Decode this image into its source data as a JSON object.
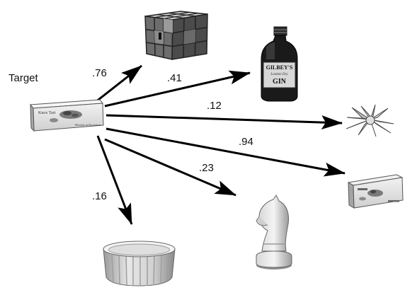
{
  "target": {
    "label": "Target",
    "box_text": [
      "Knox Tart",
      "Dessert at Occasion"
    ]
  },
  "bottle_text": [
    "GILBEY'S",
    "London Dry",
    "GIN"
  ],
  "comparisons": [
    {
      "object": "rubiks-cube",
      "similarity": ".76"
    },
    {
      "object": "gin-bottle",
      "similarity": ".41"
    },
    {
      "object": "gift-bow",
      "similarity": ".12"
    },
    {
      "object": "matching-box",
      "similarity": ".94"
    },
    {
      "object": "chess-knight",
      "similarity": ".23"
    },
    {
      "object": "ramekin-bowl",
      "similarity": ".16"
    }
  ]
}
